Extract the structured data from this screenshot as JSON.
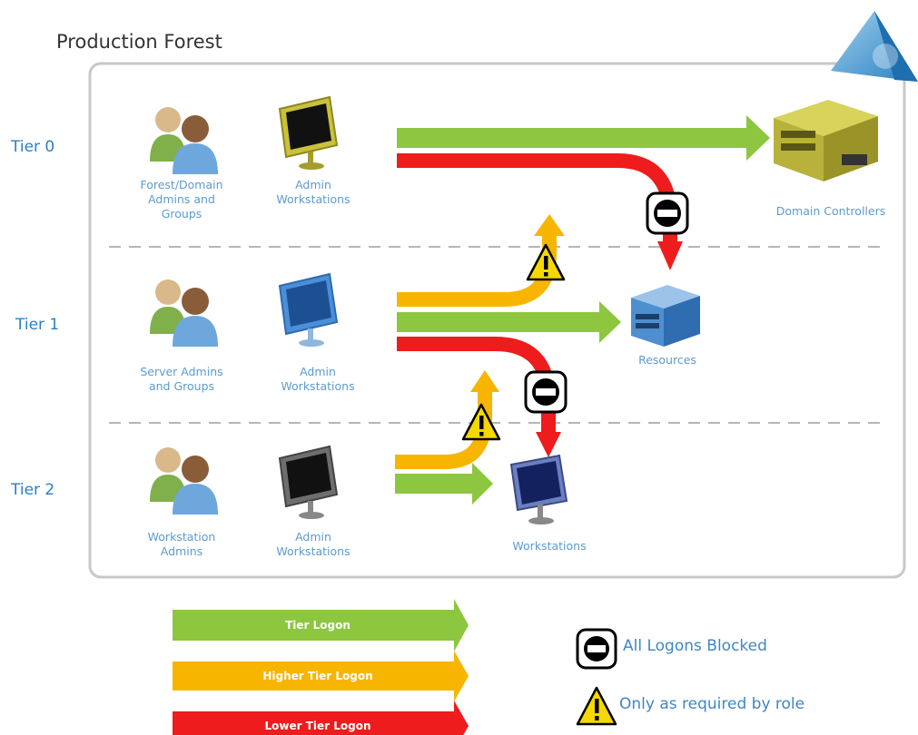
{
  "title": "Production Forest",
  "tiers": [
    {
      "label": "Tier 0"
    },
    {
      "label": "Tier 1"
    },
    {
      "label": "Tier 2"
    }
  ],
  "admins": [
    {
      "label": "Forest/Domain\nAdmins and\nGroups",
      "icon": "admin-group-icon"
    },
    {
      "label": "Server Admins\nand Groups",
      "icon": "admin-group-icon"
    },
    {
      "label": "Workstation\nAdmins",
      "icon": "admin-group-icon"
    }
  ],
  "admin_workstations": [
    {
      "label": "Admin\nWorkstations",
      "color": "#c9c23a"
    },
    {
      "label": "Admin\nWorkstations",
      "color": "#4a8fd8"
    },
    {
      "label": "Admin\nWorkstations",
      "color": "#6e6e6e"
    }
  ],
  "targets": [
    {
      "label": "Domain Controllers",
      "icon": "server-icon"
    },
    {
      "label": "Resources",
      "icon": "rack-server-icon"
    },
    {
      "label": "Workstations",
      "icon": "monitor-icon"
    }
  ],
  "legend": {
    "tier_logon": "Tier Logon",
    "higher_tier_logon": "Higher Tier Logon",
    "lower_tier_logon": "Lower Tier Logon",
    "blocked": "All Logons Blocked",
    "as_required": "Only as required by role"
  },
  "colors": {
    "tier_logon": "#8dc63f",
    "higher_tier_logon": "#f7b500",
    "lower_tier_logon": "#ee1c1c",
    "box_border": "#c8c8c8",
    "dashed": "#b5b5b5"
  }
}
